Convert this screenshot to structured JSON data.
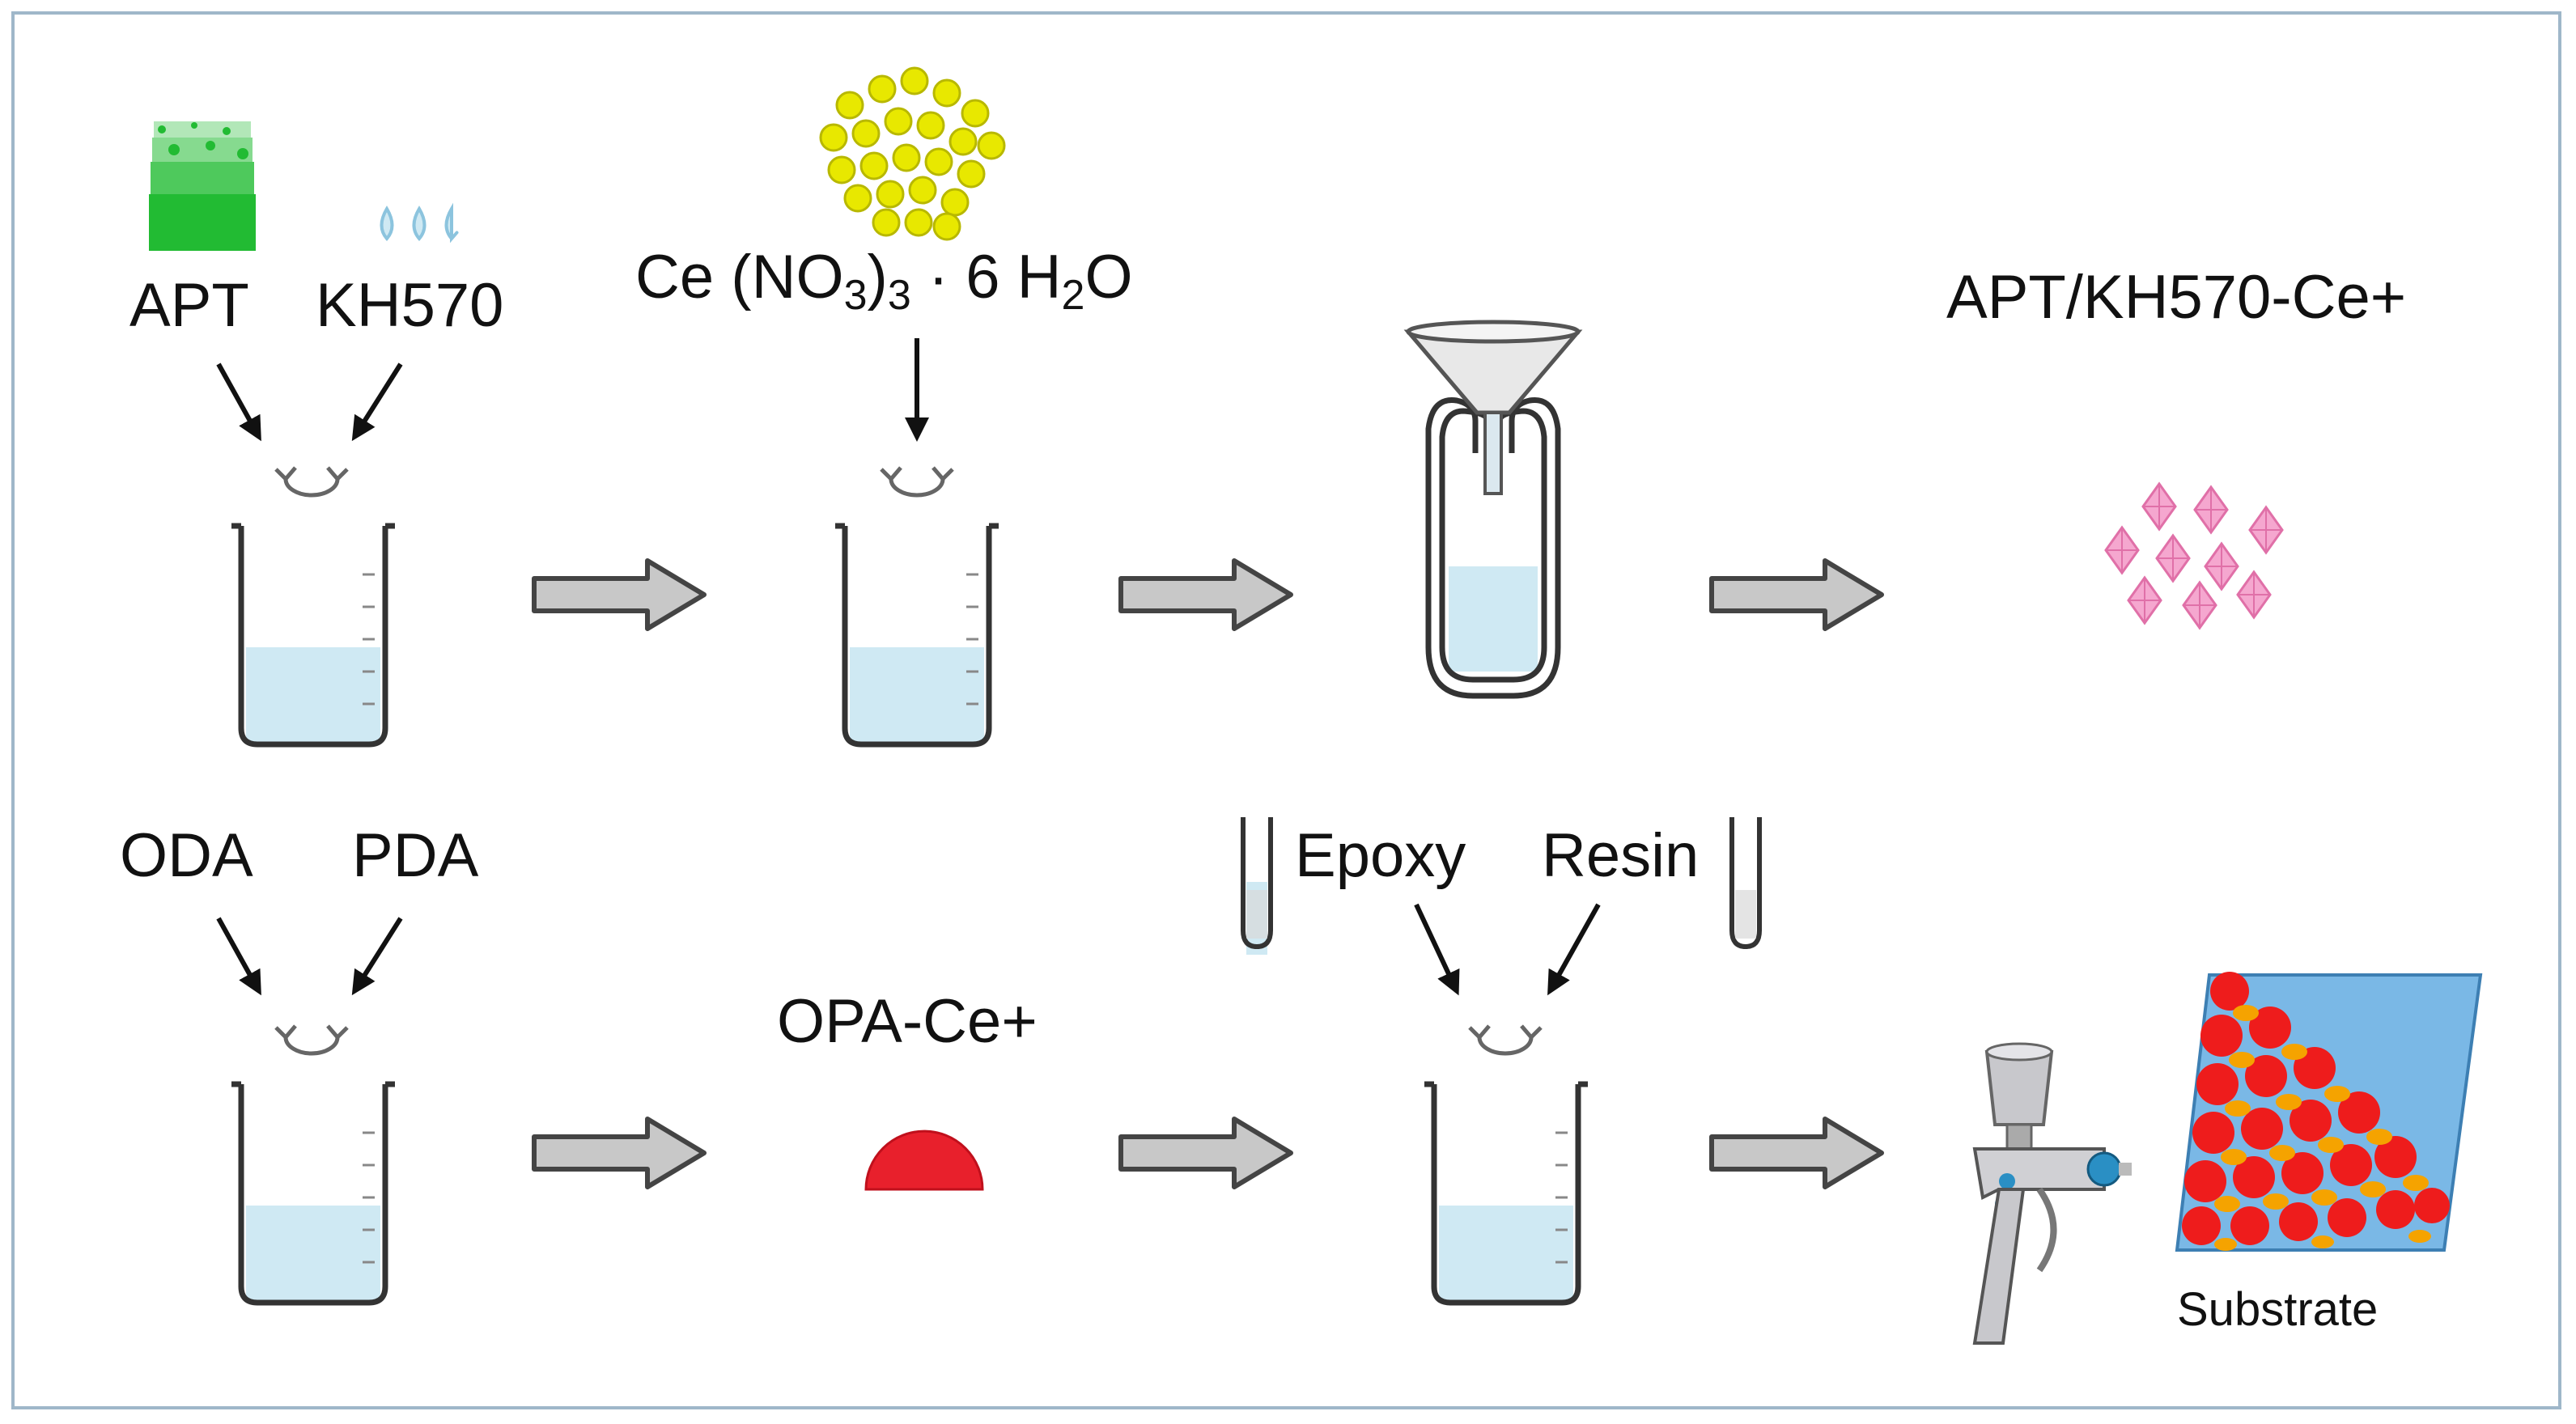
{
  "row1": {
    "apt": "APT",
    "kh570": "KH570",
    "cerium_pre": "Ce (NO",
    "cerium_sub1": "3",
    "cerium_mid": ")",
    "cerium_sub2": "3",
    "cerium_post": " · 6 H",
    "cerium_sub3": "2",
    "cerium_end": "O",
    "product": "APT/KH570-Ce+"
  },
  "row2": {
    "oda": "ODA",
    "pda": "PDA",
    "opa": "OPA-Ce+",
    "epoxy": "Epoxy",
    "resin": "Resin",
    "substrate": "Substrate"
  },
  "colors": {
    "liquid": "#cfe9f3",
    "apt_green": "#22bb33",
    "cerium_yellow": "#e8e800",
    "product_pink": "#f08fc0",
    "opa_red": "#e8202c",
    "substrate_blue": "#7ab8e6",
    "particle_red": "#ee1c1c",
    "particle_orange": "#f5a300",
    "arrow_gray": "#c8c8c8"
  }
}
